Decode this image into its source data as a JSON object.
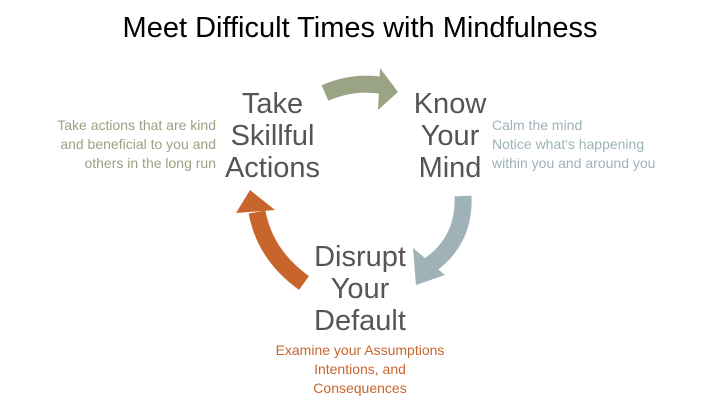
{
  "title": "Meet Difficult Times with Mindfulness",
  "nodes": {
    "take": {
      "lines": [
        "Take",
        "Skillful",
        "Actions"
      ],
      "description": [
        "Take actions that are kind",
        "and beneficial to you and",
        "others in the long run"
      ],
      "color": "#9aa383"
    },
    "know": {
      "lines": [
        "Know",
        "Your",
        "Mind"
      ],
      "description": [
        "Calm the mind",
        "Notice what's happening",
        "within you and around you"
      ],
      "color": "#9fb2b8"
    },
    "disrupt": {
      "lines": [
        "Disrupt",
        "Your",
        "Default"
      ],
      "description": [
        "Examine your Assumptions",
        "Intentions, and",
        "Consequences"
      ],
      "color": "#c8652d"
    }
  }
}
